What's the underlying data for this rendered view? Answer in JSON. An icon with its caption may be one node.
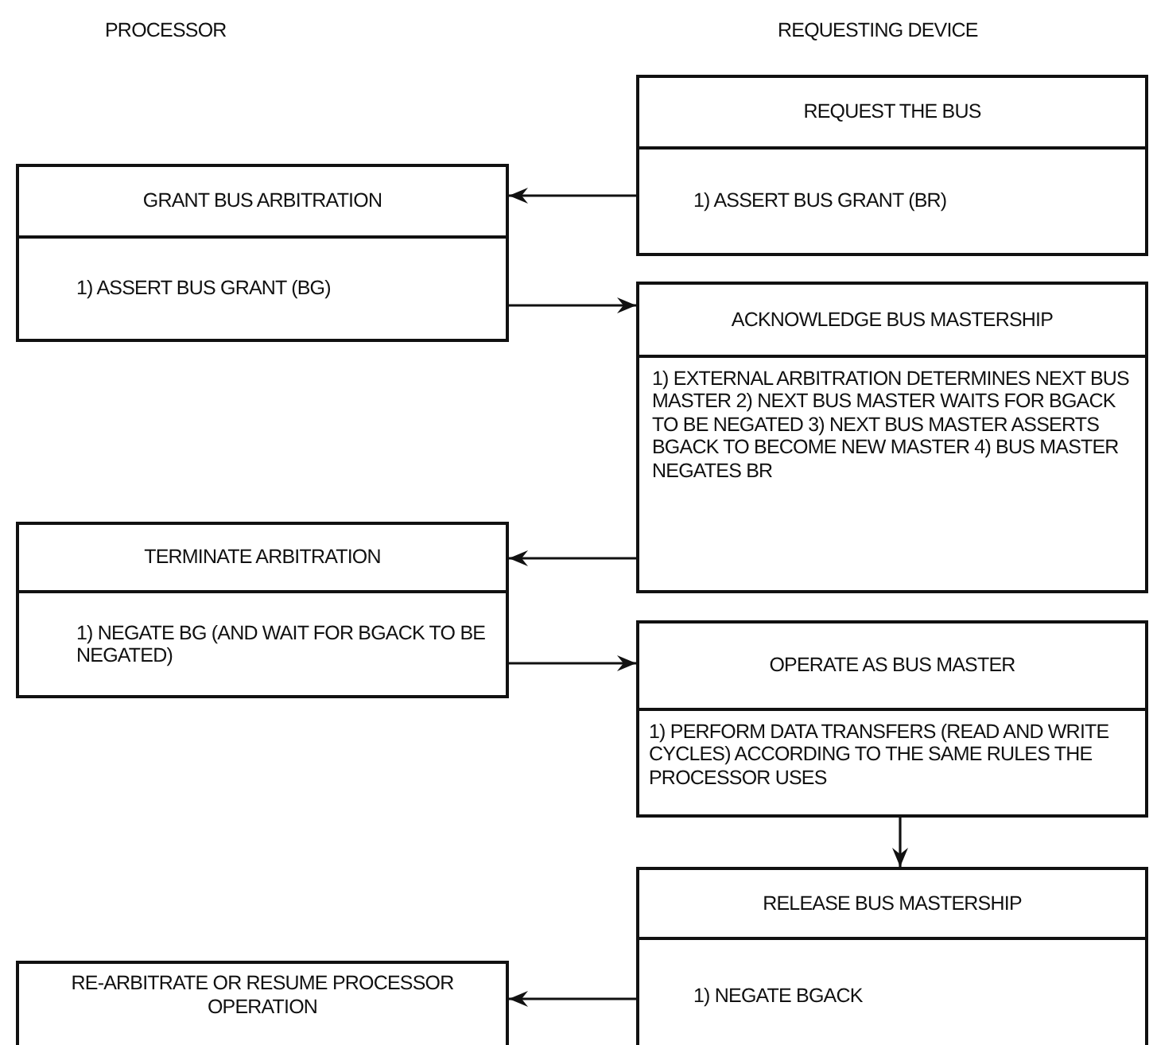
{
  "diagram": {
    "nodes": [
      {
        "text": [
          "REQUEST THE BUS",
          "1) ASSERT BUS GRANT (BR)"
        ]
      },
      {
        "text": [
          "GRANT BUS ARBITRATION",
          "1) ASSERT BUS GRANT (BG)"
        ]
      },
      {
        "text": [
          "ACKNOWLEDGE BUS MASTERSHIP",
          "1) EXTERNAL ARBITRATION DETERMINES NEXT BUS MASTER 2) NEXT BUS MASTER WAITS FOR BGACK TO BE NEGATED 3) NEXT BUS MASTER ASSERTS BGACK TO BECOME NEW MASTER 4) BUS MASTER NEGATES BR"
        ]
      },
      {
        "text": [
          "TERMINATE ARBITRATION",
          "1) NEGATE BG (AND WAIT FOR BGACK TO BE NEGATED)"
        ]
      },
      {
        "text": [
          "OPERATE AS BUS MASTER",
          "1) PERFORM DATA TRANSFERS (READ AND WRITE CYCLES) ACCORDING TO THE SAME RULES THE PROCESSOR USES"
        ]
      },
      {
        "text": [
          "RELEASE BUS MASTERSHIP",
          "1) NEGATE BGACK"
        ]
      },
      {
        "text": [
          "RE-ARBITRATE OR RESUME PROCESSOR OPERATION"
        ]
      }
    ],
    "edges": [
      {
        "from": 0,
        "to": 1,
        "arrow": "to"
      },
      {
        "from": 1,
        "to": 2,
        "arrow": "to"
      },
      {
        "from": 2,
        "to": 3,
        "arrow": "to"
      },
      {
        "from": 3,
        "to": 4,
        "arrow": "to"
      },
      {
        "from": 4,
        "to": 5,
        "arrow": "to"
      },
      {
        "from": 5,
        "to": 6,
        "arrow": "to"
      }
    ],
    "labels": [
      "PROCESSOR",
      "REQUESTING DEVICE"
    ]
  }
}
